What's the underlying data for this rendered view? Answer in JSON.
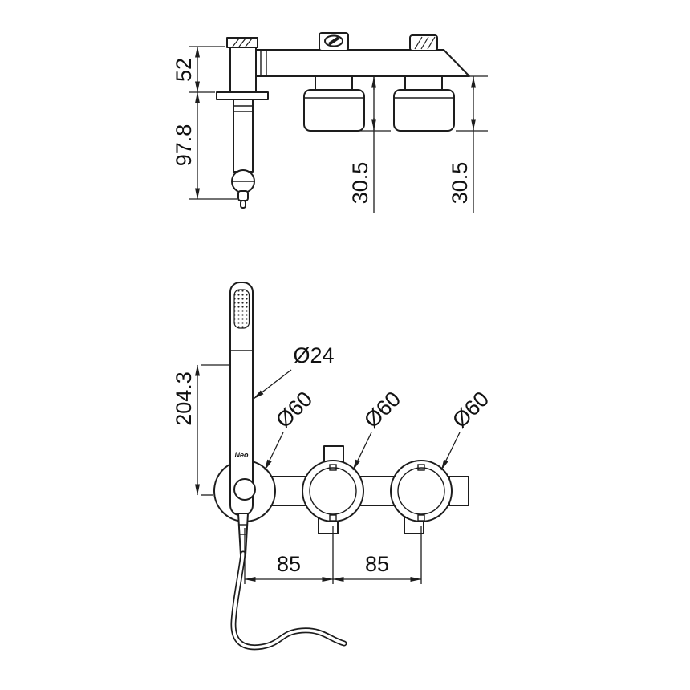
{
  "brand_label": "Neo",
  "top_view": {
    "dim_height_top": "52",
    "dim_height_body": "97.8",
    "dim_depth_valve1": "30.5",
    "dim_depth_valve2": "30.5"
  },
  "front_view": {
    "dim_length": "204.3",
    "dim_handshower_diameter": "Ø24",
    "dim_trim_diameter_1": "Ø60",
    "dim_trim_diameter_2": "Ø60",
    "dim_trim_diameter_3": "Ø60",
    "dim_spacing_1": "85",
    "dim_spacing_2": "85"
  },
  "colors": {
    "line": "#1d1d1d",
    "background": "#ffffff"
  }
}
